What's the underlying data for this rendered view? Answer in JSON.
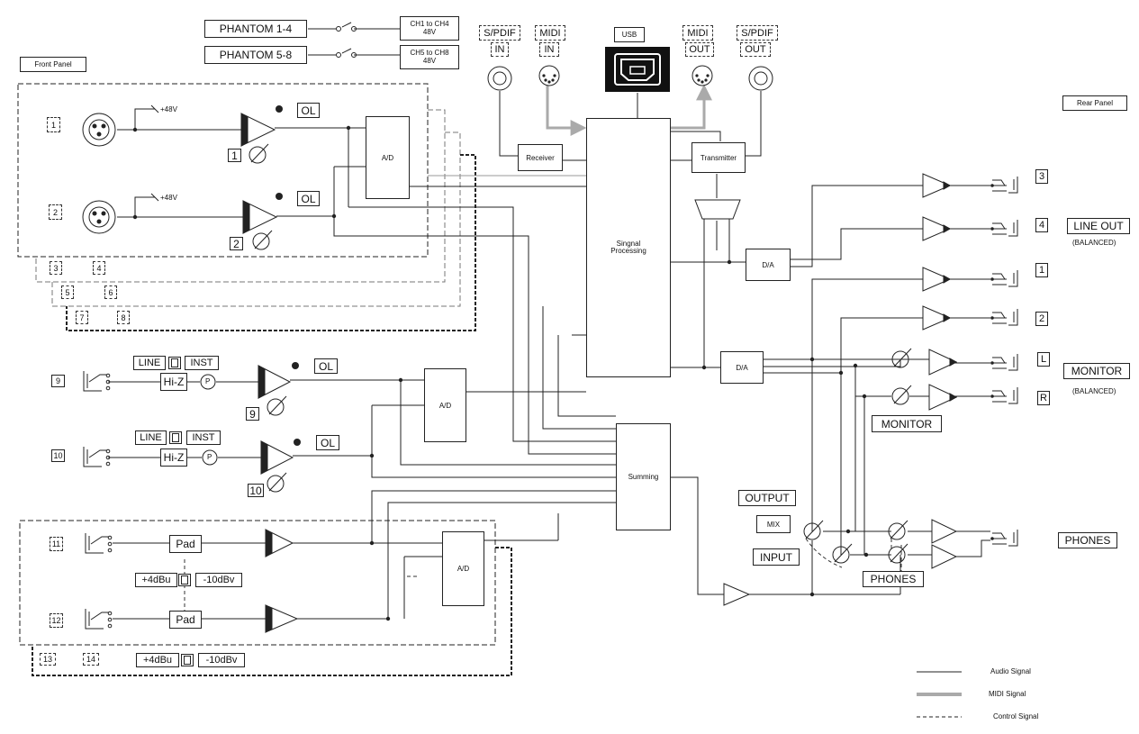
{
  "panels": {
    "front": "Front Panel",
    "rear": "Rear Panel"
  },
  "phantom": {
    "sw1": "PHANTOM 1-4",
    "sw2": "PHANTOM 5-8",
    "ch1_line1": "CH1 to CH4",
    "ch1_line2": "48V",
    "ch2_line1": "CH5 to CH8",
    "ch2_line2": "48V"
  },
  "connectors": {
    "spdif_in": "S/PDIF",
    "in": "IN",
    "midi_in": "MIDI",
    "midi_in_label": "IN",
    "usb": "USB",
    "midi_out": "MIDI",
    "midi_out_label": "OUT",
    "spdif_out": "S/PDIF",
    "spdif_out_label": "OUT"
  },
  "blocks": {
    "receiver": "Receiver",
    "transmitter": "Transmitter",
    "processing_1": "Singnal",
    "processing_2": "Processing",
    "summing": "Summing",
    "ad": "A/D",
    "da": "D/A",
    "hiz": "Hi-Z",
    "pad": "Pad",
    "p": "P"
  },
  "inputs": {
    "n1": "1",
    "n2": "2",
    "n3": "3",
    "n4": "4",
    "n5": "5",
    "n6": "6",
    "n7": "7",
    "n8": "8",
    "n9": "9",
    "n10": "10",
    "n11": "11",
    "n12": "12",
    "n13": "13",
    "n14": "14",
    "v48": "+48V",
    "ol": "OL",
    "line": "LINE",
    "inst": "INST",
    "plus4": "+4dBu",
    "minus10": "-10dBv"
  },
  "outputs": {
    "o3": "3",
    "o4": "4",
    "o1": "1",
    "o2": "2",
    "l": "L",
    "r": "R",
    "line_out": "LINE OUT",
    "balanced": "(BALANCED)",
    "monitor": "MONITOR",
    "monitor_sw": "MONITOR",
    "phones": "PHONES",
    "phones_sw": "PHONES",
    "output": "OUTPUT",
    "mix": "MIX",
    "input": "INPUT"
  },
  "legend": {
    "audio": "Audio Signal",
    "midi": "MIDI Signal",
    "control": "Control Signal"
  },
  "colors": {
    "line": "#222222",
    "midi": "#aaaaaa",
    "usb_bg": "#111111"
  }
}
